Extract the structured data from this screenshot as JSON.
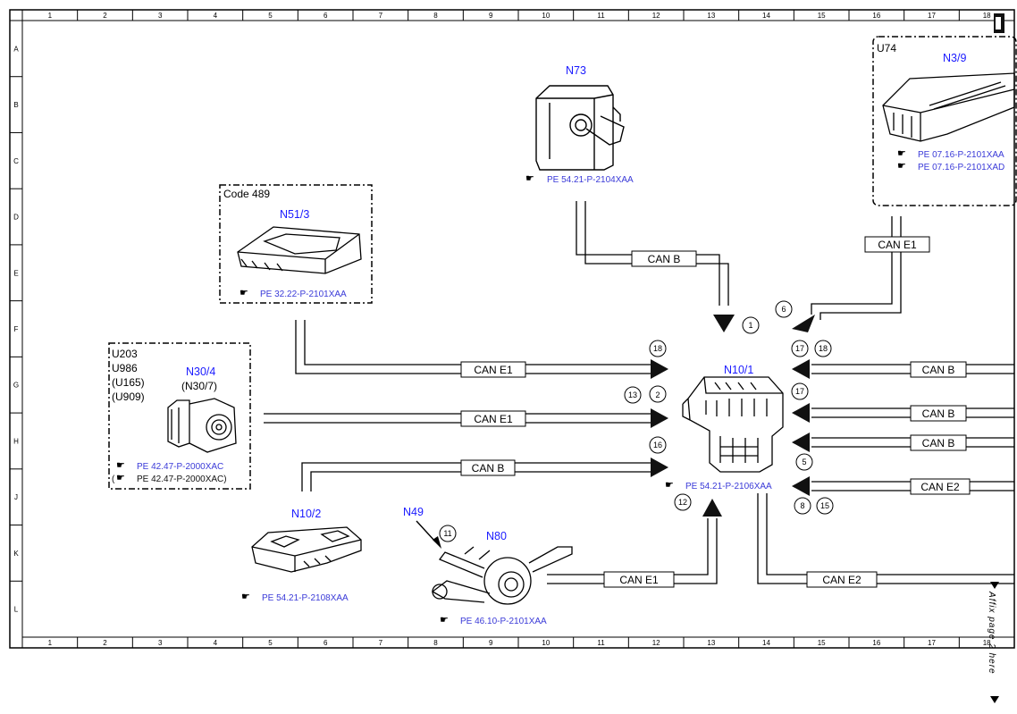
{
  "columns": [
    "1",
    "2",
    "3",
    "4",
    "5",
    "6",
    "7",
    "8",
    "9",
    "10",
    "11",
    "12",
    "13",
    "14",
    "15",
    "16",
    "17",
    "18"
  ],
  "rows": [
    "A",
    "B",
    "C",
    "D",
    "E",
    "F",
    "G",
    "H",
    "J",
    "K",
    "L"
  ],
  "components": {
    "n73": {
      "name": "N73",
      "ref": "PE 54.21-P-2104XAA"
    },
    "n39": {
      "code": "U74",
      "name": "N3/9",
      "ref1": "PE 07.16-P-2101XAA",
      "ref2": "PE 07.16-P-2101XAD"
    },
    "n513": {
      "code": "Code 489",
      "name": "N51/3",
      "ref": "PE 32.22-P-2101XAA"
    },
    "n304": {
      "codes": [
        "U203",
        "U986",
        "(U165)",
        "(U909)"
      ],
      "name": "N30/4",
      "alt_name": "(N30/7)",
      "ref1": "PE 42.47-P-2000XAC",
      "ref2": "PE 42.47-P-2000XAC)",
      "ref2_prefix": "("
    },
    "n101": {
      "name": "N10/1",
      "ref": "PE 54.21-P-2106XAA"
    },
    "n102": {
      "name": "N10/2",
      "ref": "PE 54.21-P-2108XAA"
    },
    "n49": {
      "name": "N49"
    },
    "n80": {
      "name": "N80",
      "ref": "PE 46.10-P-2101XAA"
    }
  },
  "bus_labels": {
    "can_b_top": "CAN B",
    "can_e1_right": "CAN E1",
    "can_e1_n513": "CAN E1",
    "can_e1_n304": "CAN E1",
    "can_b_n102": "CAN B",
    "can_b_r1": "CAN B",
    "can_b_r2": "CAN B",
    "can_b_r3": "CAN B",
    "can_e2_r": "CAN E2",
    "can_e1_bottom": "CAN E1",
    "can_e2_bottom": "CAN E2"
  },
  "markers": {
    "m1": "1",
    "m2": "2",
    "m5": "5",
    "m6": "6",
    "m8": "8",
    "m11": "11",
    "m12": "12",
    "m13": "13",
    "m15": "15",
    "m16": "16",
    "m17a": "17",
    "m17b": "17",
    "m18a": "18",
    "m18b": "18"
  },
  "affix_text": "Affix page 2 here"
}
